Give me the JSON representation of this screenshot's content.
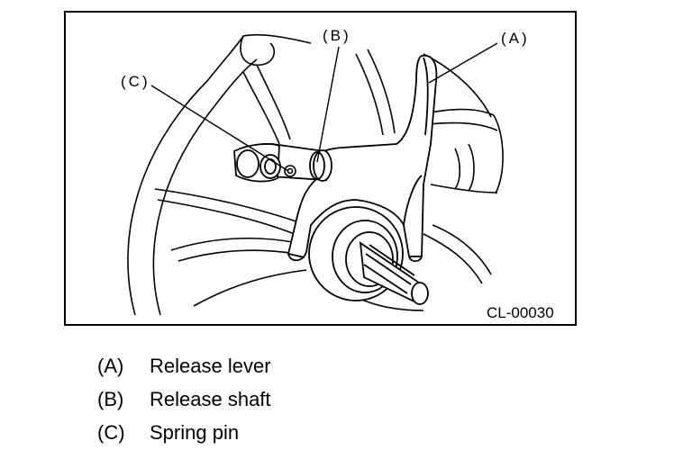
{
  "figure": {
    "code": "CL-00030",
    "callouts": {
      "a": "(A)",
      "b": "(B)",
      "c": "(C)"
    }
  },
  "legend": [
    {
      "key": "(A)",
      "label": "Release lever"
    },
    {
      "key": "(B)",
      "label": "Release shaft"
    },
    {
      "key": "(C)",
      "label": "Spring pin"
    }
  ]
}
